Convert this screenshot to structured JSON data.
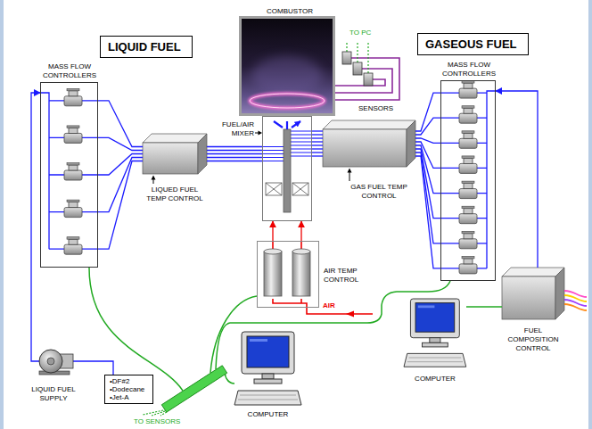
{
  "diagram": {
    "nodes": [
      {
        "text": [
          "COMBUSTOR"
        ]
      },
      {
        "text": [
          "LIQUID FUEL"
        ]
      },
      {
        "text": [
          "GASEOUS FUEL"
        ]
      },
      {
        "text": [
          "MASS FLOW CONTROLLERS"
        ]
      },
      {
        "text": [
          "MASS FLOW CONTROLLERS"
        ]
      },
      {
        "text": [
          "FUEL/AIR MIXER"
        ]
      },
      {
        "text": [
          "LIQUED FUEL TEMP CONTROL"
        ]
      },
      {
        "text": [
          "GAS FUEL TEMP CONTROL"
        ]
      },
      {
        "text": [
          "AIR TEMP CONTROL"
        ]
      },
      {
        "text": [
          "FUEL COMPOSITION CONTROL"
        ]
      },
      {
        "text": [
          "COMPUTER"
        ]
      },
      {
        "text": [
          "•DF#2",
          "•Dodecane",
          "•Jet-A"
        ]
      },
      {
        "text": [
          "COMPUTER"
        ]
      }
    ],
    "edges": [
      {
        "from": 11,
        "to": 3,
        "arrow": "to"
      },
      {
        "from": 3,
        "to": 6,
        "arrow": "none"
      },
      {
        "from": 3,
        "to": 6,
        "arrow": "none"
      },
      {
        "from": 3,
        "to": 6,
        "arrow": "none"
      },
      {
        "from": 3,
        "to": 6,
        "arrow": "none"
      },
      {
        "from": 3,
        "to": 6,
        "arrow": "none"
      },
      {
        "from": 6,
        "to": 5,
        "arrow": "none"
      },
      {
        "from": 6,
        "to": 5,
        "arrow": "none"
      },
      {
        "from": 6,
        "to": 5,
        "arrow": "none"
      },
      {
        "from": 6,
        "to": 5,
        "arrow": "none"
      },
      {
        "from": 6,
        "to": 5,
        "arrow": "none"
      },
      {
        "from": 4,
        "to": 7,
        "arrow": "none"
      },
      {
        "from": 4,
        "to": 7,
        "arrow": "none"
      },
      {
        "from": 4,
        "to": 7,
        "arrow": "none"
      },
      {
        "from": 4,
        "to": 7,
        "arrow": "none"
      },
      {
        "from": 4,
        "to": 7,
        "arrow": "none"
      },
      {
        "from": 4,
        "to": 7,
        "arrow": "none"
      },
      {
        "from": 4,
        "to": 7,
        "arrow": "none"
      },
      {
        "from": 4,
        "to": 7,
        "arrow": "none"
      },
      {
        "from": 7,
        "to": 5,
        "arrow": "none"
      },
      {
        "from": 7,
        "to": 5,
        "arrow": "none"
      },
      {
        "from": 7,
        "to": 5,
        "arrow": "none"
      },
      {
        "from": 7,
        "to": 5,
        "arrow": "none"
      },
      {
        "from": 7,
        "to": 5,
        "arrow": "none"
      },
      {
        "from": 7,
        "to": 5,
        "arrow": "none"
      },
      {
        "from": 7,
        "to": 5,
        "arrow": "none"
      },
      {
        "from": 7,
        "to": 5,
        "arrow": "none"
      },
      {
        "from": 9,
        "to": 4,
        "arrow": "to"
      },
      {
        "from": 8,
        "to": 5,
        "arrow": "to"
      },
      {
        "from": 8,
        "to": 5,
        "arrow": "to"
      },
      {
        "from": 10,
        "to": 9,
        "arrow": "none"
      }
    ],
    "labels": [
      "TO PC",
      "SENSORS",
      "AIR",
      "LIQUID FUEL SUPPLY",
      "TO SENSORS"
    ]
  }
}
